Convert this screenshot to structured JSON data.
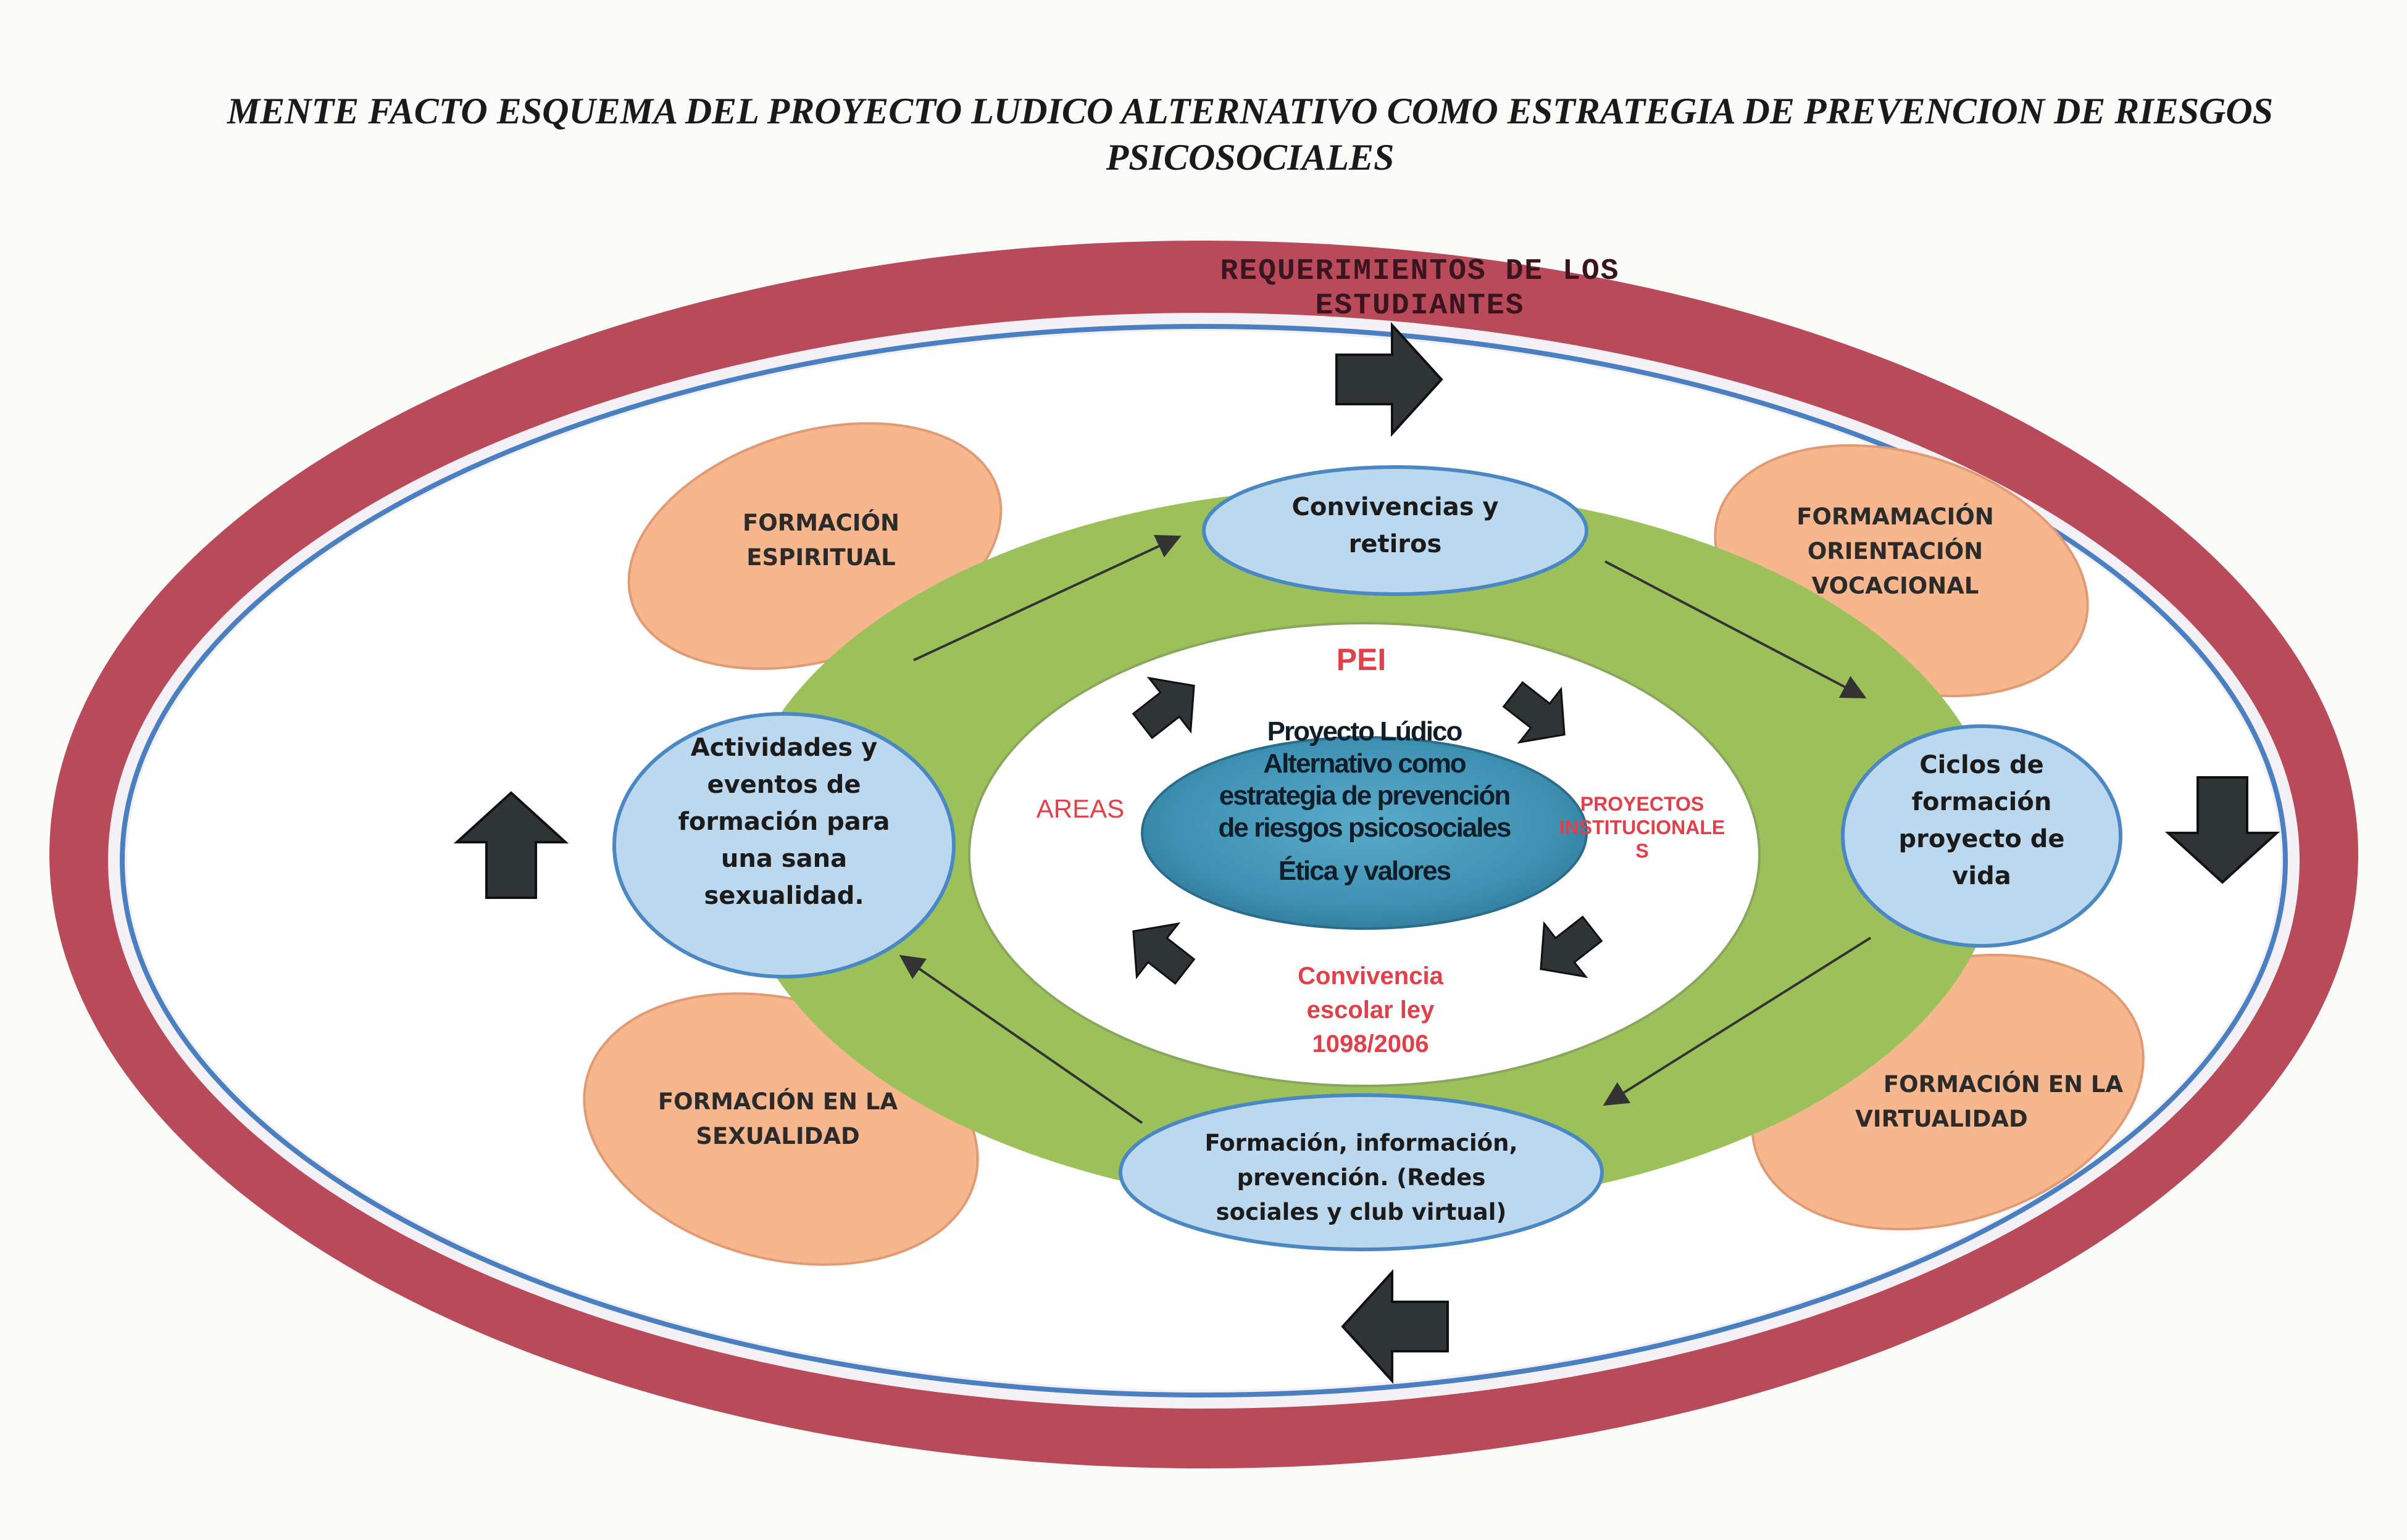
{
  "title": {
    "line1": "MENTE FACTO ESQUEMA DEL PROYECTO LUDICO ALTERNATIVO COMO ESTRATEGIA DE PREVENCION DE RIESGOS",
    "line2": "PSICOSOCIALES"
  },
  "outer_ring": {
    "label_line1": "REQUERIMIENTOS DE LOS",
    "label_line2": "ESTUDIANTES"
  },
  "petals": {
    "top_left": [
      "FORMACIÓN",
      "ESPIRITUAL"
    ],
    "top_right": [
      "FORMAMACIÓN",
      "ORIENTACIÓN",
      "VOCACIONAL"
    ],
    "bottom_left": [
      "FORMACIÓN EN LA",
      "SEXUALIDAD"
    ],
    "bottom_right": [
      "FORMACIÓN EN LA",
      "VIRTUALIDAD"
    ]
  },
  "cycle_nodes": {
    "top": [
      "Convivencias y",
      "retiros"
    ],
    "right": [
      "Ciclos de",
      "formación",
      "proyecto de",
      "vida"
    ],
    "bottom": [
      "Formación, información,",
      "prevención. (Redes",
      "sociales y club virtual)"
    ],
    "left": [
      "Actividades y",
      "eventos de",
      "formación para",
      "una sana",
      "sexualidad."
    ]
  },
  "inner_labels": {
    "pei": "PEI",
    "areas": "AREAS",
    "proyectos": [
      "PROYECTOS",
      "INSTITUCIONALE",
      "S"
    ],
    "convivencia": [
      "Convivencia",
      "escolar ley",
      "1098/2006"
    ]
  },
  "center": {
    "lines": [
      "Proyecto Lúdico",
      "Alternativo como",
      "estrategia de prevención",
      "de riesgos psicosociales"
    ],
    "subtitle": "Ética y valores"
  },
  "colors": {
    "outer_ring": "#b94a5a",
    "blue_line": "#4a7fc1",
    "green_ring": "#9dc15a",
    "petal": "#f6b68e",
    "node_fill": "#bcd8ef",
    "center_fill": "#3f92b4",
    "accent_text": "#e0404a",
    "arrow": "#2f3436"
  }
}
